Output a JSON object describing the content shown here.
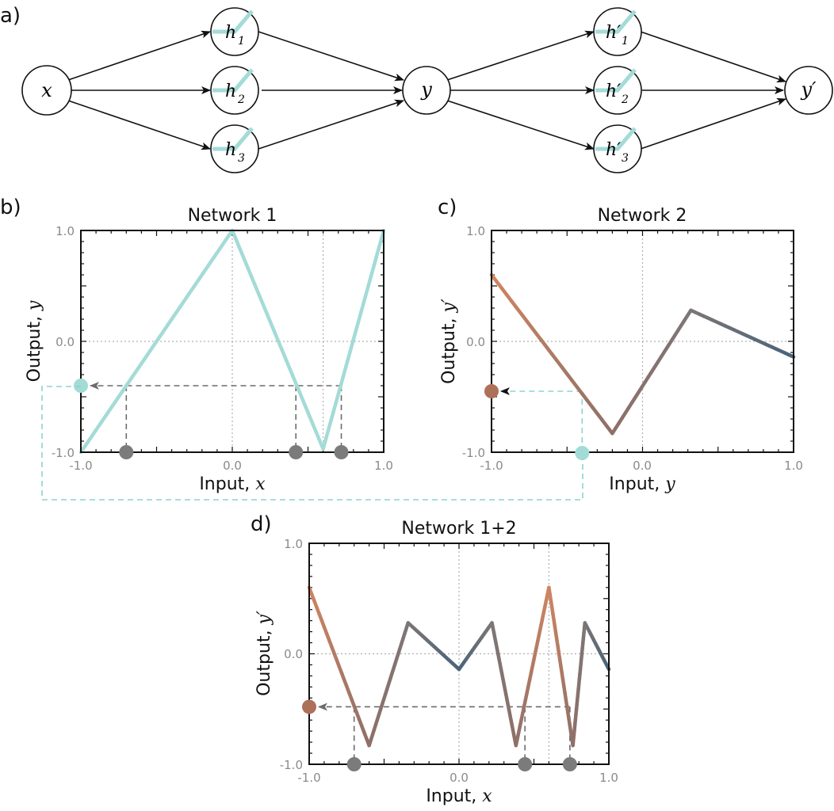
{
  "colors": {
    "teal": "#a3dbd7",
    "orange": "#cf8560",
    "slate": "#4a6478",
    "grey_dot": "#7b7b7b",
    "brown_dot": "#ad7058",
    "teal_dot": "#a3dbd7"
  },
  "panel_letters": {
    "a": "a)",
    "b": "b)",
    "c": "c)",
    "d": "d)"
  },
  "network_diagram": {
    "nodes": {
      "x": "x",
      "h1": "h",
      "h1_sub": "1",
      "h2": "h",
      "h2_sub": "2",
      "h3": "h",
      "h3_sub": "3",
      "y": "y",
      "hp1": "h′",
      "hp1_sub": "1",
      "hp2": "h′",
      "hp2_sub": "2",
      "hp3": "h′",
      "hp3_sub": "3",
      "yp": "y′"
    }
  },
  "plots": {
    "b": {
      "title": "Network 1",
      "xlabel_text": "Input, ",
      "xlabel_var": "x",
      "ylabel_text": "Output, ",
      "ylabel_var": "y",
      "xticks": [
        "-1.0",
        "0.0",
        "1.0"
      ],
      "yticks": [
        "1.0",
        "0.0",
        "-1.0"
      ]
    },
    "c": {
      "title": "Network 2",
      "xlabel_text": "Input, ",
      "xlabel_var": "y",
      "ylabel_text": "Output, ",
      "ylabel_var": "y′",
      "xticks": [
        "-1.0",
        "0.0",
        "1.0"
      ],
      "yticks": [
        "1.0",
        "0.0",
        "-1.0"
      ]
    },
    "d": {
      "title": "Network 1+2",
      "xlabel_text": "Input, ",
      "xlabel_var": "x",
      "ylabel_text": "Output, ",
      "ylabel_var": "y′",
      "xticks": [
        "-1.0",
        "0.0",
        "1.0"
      ],
      "yticks": [
        "1.0",
        "0.0",
        "-1.0"
      ]
    }
  },
  "chart_data": [
    {
      "type": "line",
      "panel": "b",
      "title": "Network 1",
      "xlabel": "Input, x",
      "ylabel": "Output, y",
      "xlim": [
        -1.0,
        1.0
      ],
      "ylim": [
        -1.0,
        1.0
      ],
      "grid": true,
      "series": [
        {
          "x": [
            -1.0,
            0.0,
            0.6,
            1.0
          ],
          "y": [
            -1.0,
            1.0,
            -0.97,
            1.0
          ]
        }
      ],
      "vertical_guides_x": [
        0.0,
        0.6
      ],
      "marked_output": -0.4,
      "marked_inputs": [
        -0.7,
        0.42,
        0.72
      ]
    },
    {
      "type": "line",
      "panel": "c",
      "title": "Network 2",
      "xlabel": "Input, y",
      "ylabel": "Output, y′",
      "xlim": [
        -1.0,
        1.0
      ],
      "ylim": [
        -1.0,
        1.0
      ],
      "grid": true,
      "series": [
        {
          "x": [
            -1.0,
            -0.2,
            0.32,
            1.0
          ],
          "y": [
            0.6,
            -0.83,
            0.28,
            -0.14
          ]
        }
      ],
      "marked_input": -0.4,
      "marked_output": -0.45
    },
    {
      "type": "line",
      "panel": "d",
      "title": "Network 1+2",
      "xlabel": "Input, x",
      "ylabel": "Output, y′",
      "xlim": [
        -1.0,
        1.0
      ],
      "ylim": [
        -1.0,
        1.0
      ],
      "grid": true,
      "series": [
        {
          "x": [
            -1.0,
            -0.6,
            -0.34,
            0.0,
            0.22,
            0.38,
            0.6,
            0.76,
            0.84,
            1.0
          ],
          "y": [
            0.6,
            -0.83,
            0.28,
            -0.14,
            0.28,
            -0.83,
            0.6,
            -0.83,
            0.28,
            -0.14
          ]
        }
      ],
      "vertical_guides_x": [
        0.0,
        0.6
      ],
      "marked_output": -0.48,
      "marked_inputs": [
        -0.7,
        0.44,
        0.74
      ]
    }
  ]
}
